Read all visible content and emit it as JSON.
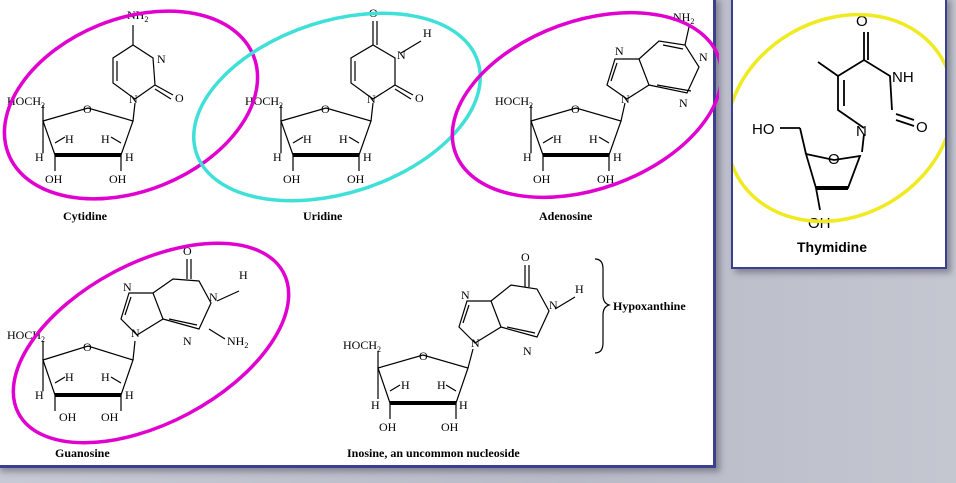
{
  "captions": {
    "cytidine": "Cytidine",
    "uridine": "Uridine",
    "adenosine": "Adenosine",
    "thymidine": "Thymidine",
    "guanosine": "Guanosine",
    "inosine": "Inosine, an uncommon nucleoside",
    "hypoxanthine": "Hypoxanthine"
  },
  "atoms": {
    "h": "H",
    "oh": "OH",
    "o": "O",
    "n": "N",
    "nh": "NH",
    "ho": "HO",
    "hoch": "HOCH",
    "nh2_main": "NH",
    "sub2": "2"
  },
  "colors": {
    "magenta_ellipse": "#e000d0",
    "cyan_ellipse": "#3fe0d8",
    "yellow_ellipse": "#f0ea20",
    "panel_border": "#3a3f8f"
  }
}
